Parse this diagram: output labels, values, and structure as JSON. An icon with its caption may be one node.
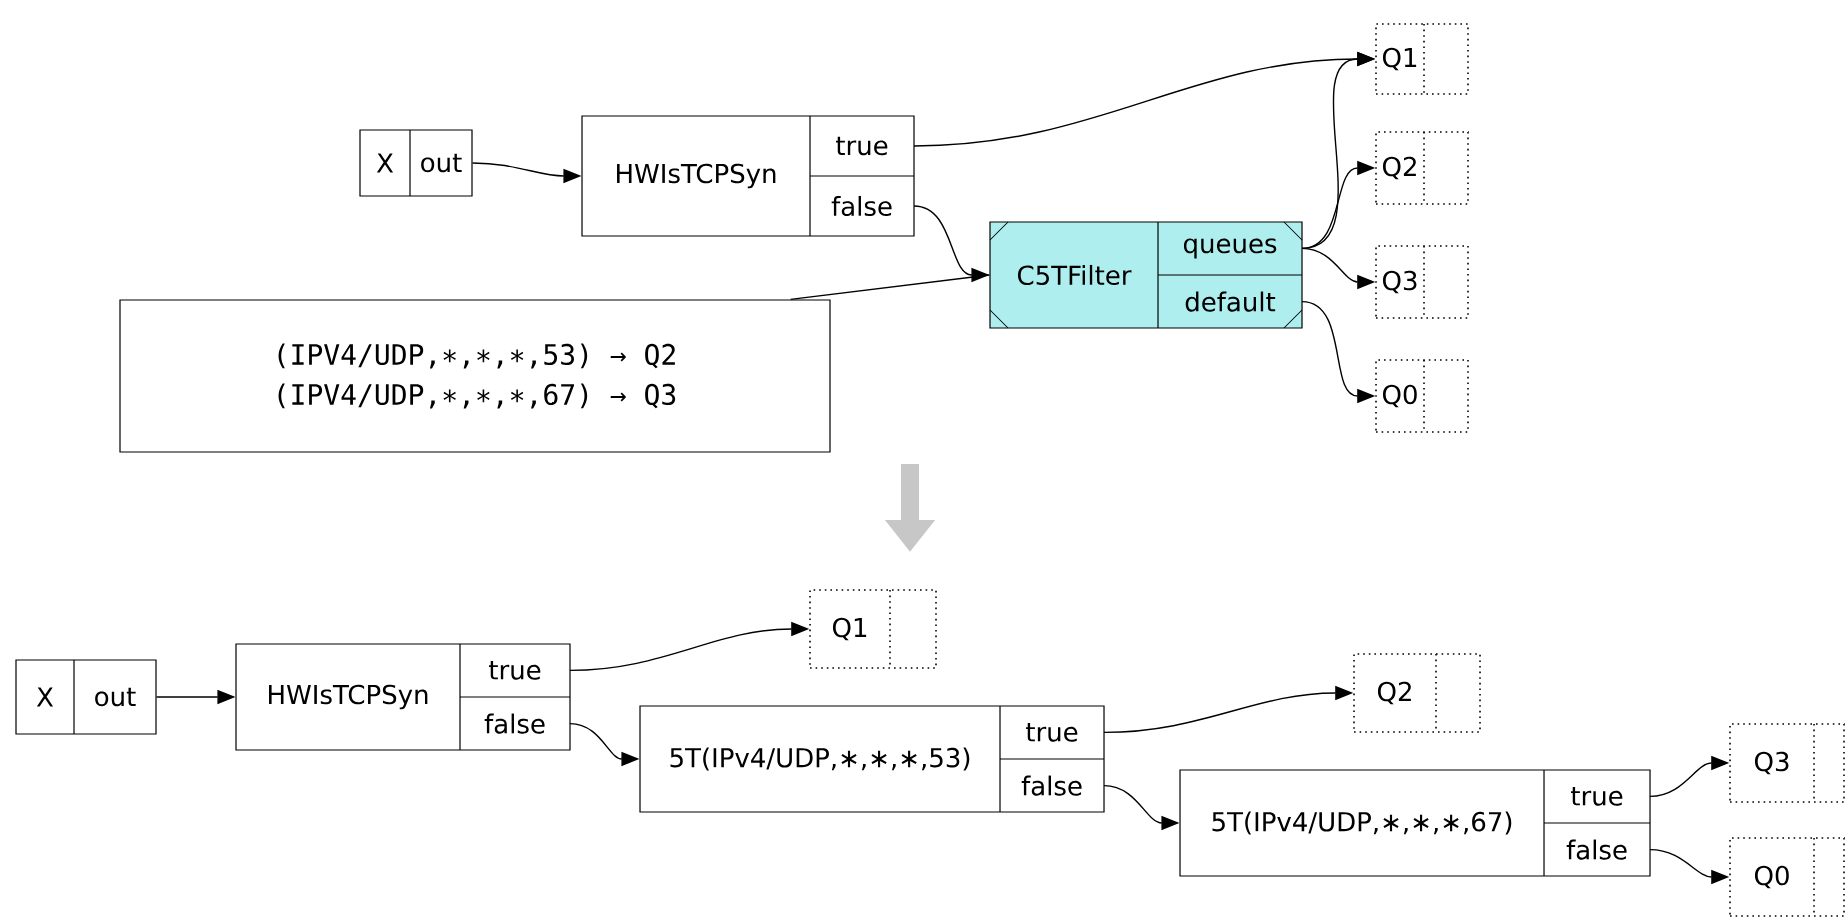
{
  "diagram": {
    "nodes": [
      {
        "text": [
          "X",
          "out"
        ]
      },
      {
        "text": [
          "HWIsTCPSyn",
          "true",
          "false"
        ]
      },
      {
        "text": [
          "C5TFilter",
          "queues",
          "default"
        ]
      },
      {
        "text": [
          "(IPV4/UDP,∗,∗,∗,53) → Q2",
          "(IPV4/UDP,∗,∗,∗,67) → Q3"
        ]
      },
      {
        "text": [
          "Q1"
        ]
      },
      {
        "text": [
          "Q2"
        ]
      },
      {
        "text": [
          "Q3"
        ]
      },
      {
        "text": [
          "Q0"
        ]
      },
      {
        "text": [
          "X",
          "out"
        ]
      },
      {
        "text": [
          "HWIsTCPSyn",
          "true",
          "false"
        ]
      },
      {
        "text": [
          "Q1"
        ]
      },
      {
        "text": [
          "5T(IPv4/UDP,∗,∗,∗,53)",
          "true",
          "false"
        ]
      },
      {
        "text": [
          "Q2"
        ]
      },
      {
        "text": [
          "5T(IPv4/UDP,∗,∗,∗,67)",
          "true",
          "false"
        ]
      },
      {
        "text": [
          "Q3"
        ]
      },
      {
        "text": [
          "Q0"
        ]
      }
    ],
    "edges": [
      {
        "from": 0,
        "to": 1,
        "arrow": "to"
      },
      {
        "from": 1,
        "to": 4,
        "arrow": "to"
      },
      {
        "from": 1,
        "to": 2,
        "arrow": "to"
      },
      {
        "from": 3,
        "to": 2,
        "arrow": "none"
      },
      {
        "from": 2,
        "to": 4,
        "arrow": "to"
      },
      {
        "from": 2,
        "to": 5,
        "arrow": "to"
      },
      {
        "from": 2,
        "to": 6,
        "arrow": "to"
      },
      {
        "from": 2,
        "to": 7,
        "arrow": "to"
      },
      {
        "from": 8,
        "to": 9,
        "arrow": "to"
      },
      {
        "from": 9,
        "to": 10,
        "arrow": "to"
      },
      {
        "from": 9,
        "to": 11,
        "arrow": "to"
      },
      {
        "from": 11,
        "to": 12,
        "arrow": "to"
      },
      {
        "from": 11,
        "to": 13,
        "arrow": "to"
      },
      {
        "from": 13,
        "to": 14,
        "arrow": "to"
      },
      {
        "from": 13,
        "to": 15,
        "arrow": "to"
      }
    ]
  }
}
